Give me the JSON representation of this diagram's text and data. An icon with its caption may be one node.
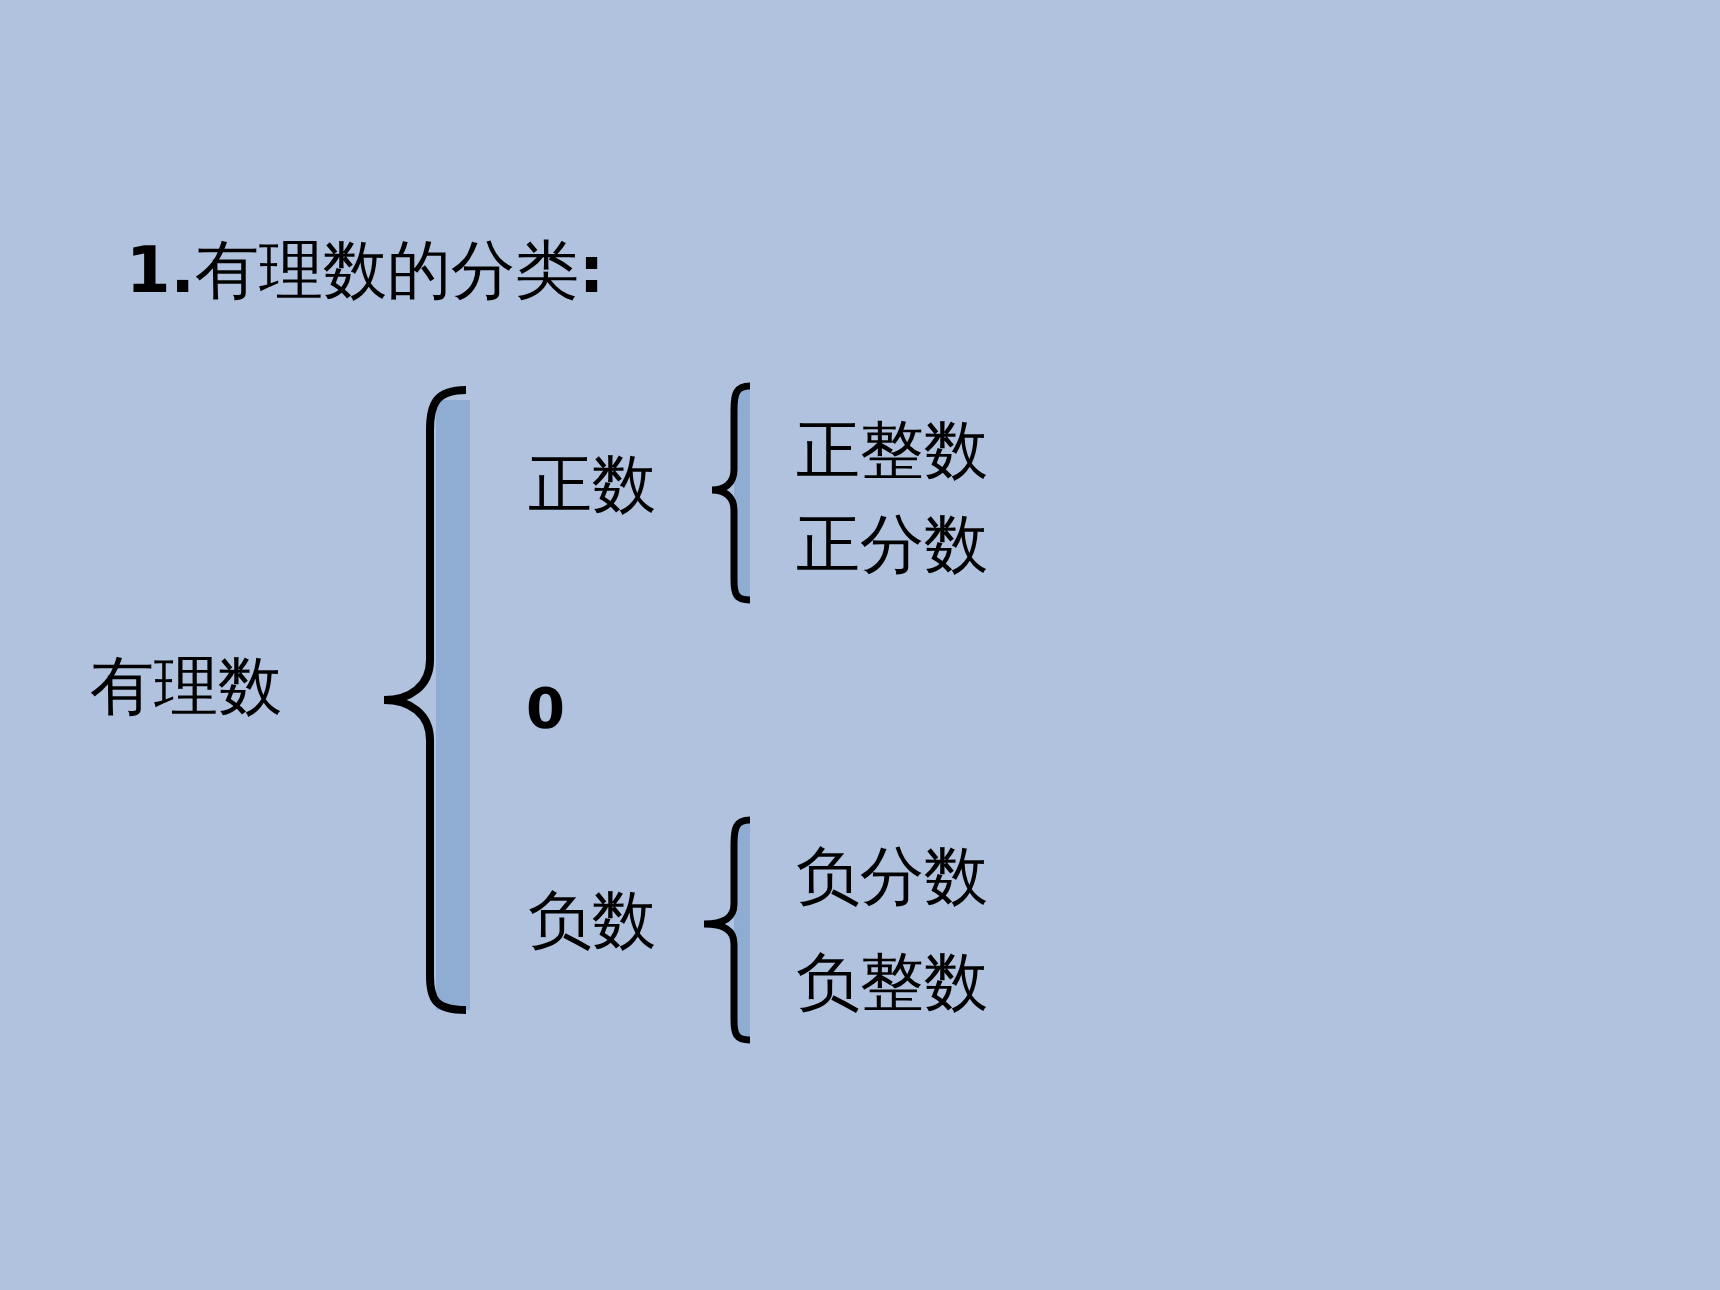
{
  "diagram": {
    "title": "**1.**有理数的分类**:**",
    "labels": [
      "有理数",
      "正数",
      "正整数",
      "正分数",
      "0",
      "负数",
      "负分数",
      "负整数"
    ]
  }
}
